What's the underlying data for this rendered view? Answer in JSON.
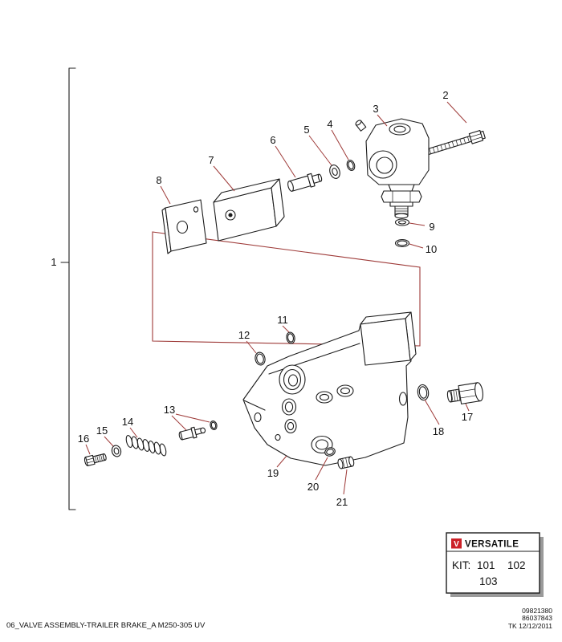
{
  "diagram": {
    "callouts": [
      {
        "label": "1"
      },
      {
        "label": "2"
      },
      {
        "label": "3"
      },
      {
        "label": "4"
      },
      {
        "label": "5"
      },
      {
        "label": "6"
      },
      {
        "label": "7"
      },
      {
        "label": "8"
      },
      {
        "label": "9"
      },
      {
        "label": "10"
      },
      {
        "label": "11"
      },
      {
        "label": "12"
      },
      {
        "label": "13"
      },
      {
        "label": "14"
      },
      {
        "label": "15"
      },
      {
        "label": "16"
      },
      {
        "label": "17"
      },
      {
        "label": "18"
      },
      {
        "label": "19"
      },
      {
        "label": "20"
      },
      {
        "label": "21"
      }
    ]
  },
  "kit_box": {
    "brand": "VERSATILE",
    "logo_letter": "V",
    "kit_label": "KIT:",
    "kit_numbers": [
      "101",
      "102",
      "103"
    ]
  },
  "footer": {
    "caption": "06_VALVE ASSEMBLY-TRAILER BRAKE_A M250-305 UV",
    "doc_number_line1": "09821380",
    "doc_number_line2": "86037843",
    "doc_number_line3": "TK 12/12/2011"
  },
  "colors": {
    "leader_line": "#9e3a38",
    "drawing_line": "#1c1c1c",
    "logo_red": "#cc2027",
    "box_shadow": "#9a9a9a"
  }
}
